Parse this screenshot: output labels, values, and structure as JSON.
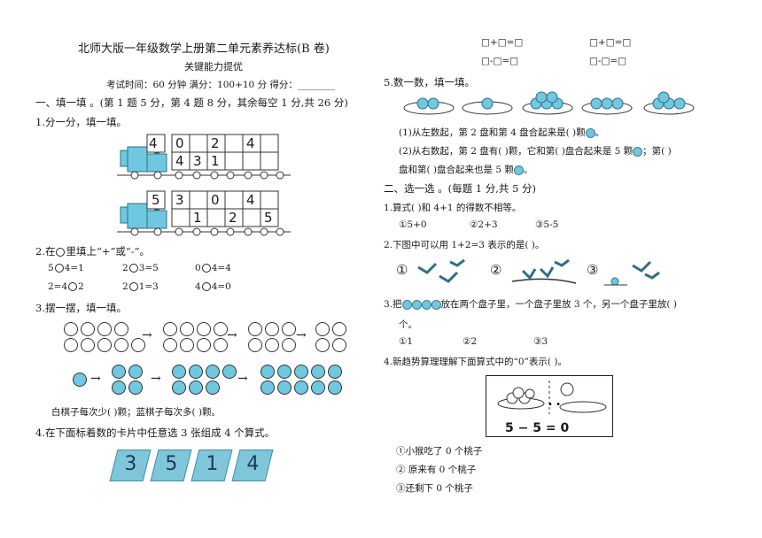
{
  "header": {
    "title": "北师大版一年级数学上册第二单元素养达标(B 卷)",
    "subtitle": "关键能力提优",
    "exam_info": "考试时间：60 分钟   满分：100+10 分   得分：________"
  },
  "section1": {
    "heading": "一、填一填 。(第 1 题 5 分，第 4 题 8 分，其余每空 1 分,共 26 分)",
    "q1": {
      "label": "1.分一分，填一填。",
      "train1": {
        "top": [
          "4",
          "0",
          "2",
          "4"
        ],
        "bottom": [
          "4",
          "3",
          "1",
          ""
        ]
      },
      "train2": {
        "top": [
          "5",
          "3",
          "0",
          "4"
        ],
        "bottom": [
          "",
          "1",
          "2",
          "5"
        ]
      }
    },
    "q2": {
      "label": "2.在",
      "label_tail": "里填上“+”或“-”。",
      "items": [
        [
          "5",
          "4=1"
        ],
        [
          "2",
          "3=5"
        ],
        [
          "0",
          "4=4"
        ],
        [
          "2=4",
          "2"
        ],
        [
          "2",
          "1=3"
        ],
        [
          "4",
          "4=0"
        ]
      ]
    },
    "q3": {
      "label": "3.摆一摆，填一填。",
      "answer": "白棋子每次少(      )颗；蓝棋子每次多(      )颗。"
    },
    "q4": {
      "label": "4.在下面标着数的卡片中任意选 3 张组成 4 个算式。",
      "cards": [
        "3",
        "5",
        "1",
        "4"
      ],
      "formulas": [
        "□+□=□",
        "□+□=□",
        "□-□=□",
        "□-□=□"
      ]
    },
    "q5": {
      "label": "5.数一数，填一填。",
      "line1": "(1)从左数起，第 2 盘和第 4 盘合起来是(      )颗",
      "line2": "(2)从右数起，第 2 盘有(      )颗，它和第(      )盘合起来是 5 颗",
      "line2_tail": "；第(      )",
      "line3": "盘和第(      )盘合起来也是 5 颗",
      "period": "。"
    }
  },
  "section2": {
    "heading": "二、选一选 。(每题 1 分,共 5 分)",
    "q1": {
      "label": "1.算式(      )和 4+1 的得数不相等。",
      "options": [
        "①5+0",
        "②2+3",
        "③5-5"
      ]
    },
    "q2": {
      "label": "2.下图中可以用 1+2=3 表示的是(      )。",
      "markers": [
        "①",
        "②",
        "③"
      ]
    },
    "q3": {
      "label_pre": "3.把",
      "label_post": "放在两个盘子里，一个盘子里放 3 个，另一个盘子里放(      )",
      "label_tail": "个。",
      "options": [
        "①1",
        "②2",
        "③3"
      ]
    },
    "q4": {
      "label": "4.新趋势算理理解下面算式中的“0”表示(      )。",
      "equation": "5 − 5 = 0",
      "options": [
        "①小猴吃了 0 个桃子",
        "② 原来有 0 个桃子",
        "③还剩下 0 个桃子"
      ]
    }
  },
  "colors": {
    "accent": "#6fc8df",
    "card": "#7fc6da",
    "ink": "#1a1a1a"
  }
}
